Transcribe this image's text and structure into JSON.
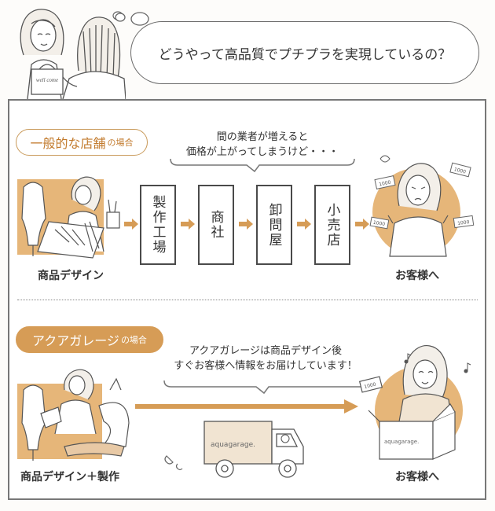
{
  "header": {
    "question": "どうやって高品質でプチプラを実現しているの？"
  },
  "general": {
    "label_main": "一般的な店舗",
    "label_suffix": "の場合",
    "speech_line1": "間の業者が増えると",
    "speech_line2": "価格が上がってしまうけど・・・",
    "stages": [
      "製作工場",
      "商社",
      "卸問屋",
      "小売店"
    ],
    "caption_left": "商品デザイン",
    "caption_right": "お客様へ"
  },
  "aqua": {
    "label_main": "アクアガレージ",
    "label_suffix": "の場合",
    "speech_line1": "アクアガレージは商品デザイン後",
    "speech_line2": "すぐお客様へ情報をお届けしています！",
    "caption_left": "商品デザイン＋製作",
    "caption_right": "お客様へ",
    "truck_text": "aquagarage.",
    "box_text": "aquagarage."
  },
  "illustrations": {
    "bag_text": "well come",
    "money_text": "1000"
  },
  "colors": {
    "accent": "#d69c56",
    "accent_dark": "#c27a2c",
    "frame": "#777777",
    "stroke": "#4a4a4a"
  }
}
